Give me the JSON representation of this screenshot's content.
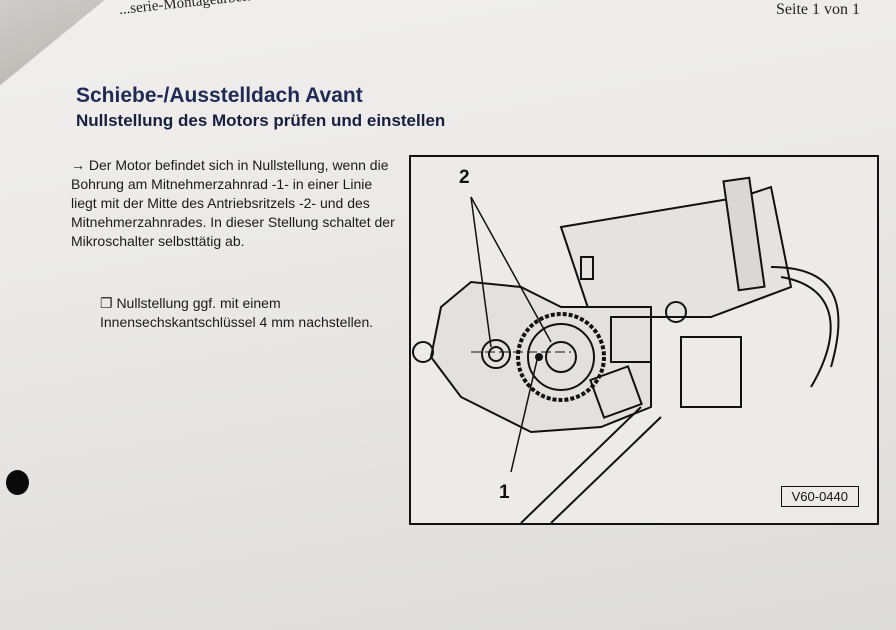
{
  "header": {
    "section": "...serie-Montagearbeiten",
    "page_indicator": "Seite 1 von 1"
  },
  "title": "Schiebe-/Ausstelldach Avant",
  "subtitle": "Nullstellung des Motors prüfen und einstellen",
  "paragraph": "→ Der Motor befindet sich in Nullstellung, wenn die Bohrung am Mitnehmerzahnrad -1- in einer Linie liegt mit der Mitte des Antriebsritzels -2- und des Mitnehmerzahnrades. In dieser Stellung schaltet der Mikroschalter selbsttätig ab.",
  "note": "❐ Nullstellung ggf. mit einem Innensechskantschlüssel 4 mm nachstellen.",
  "figure": {
    "label_1": "1",
    "label_2": "2",
    "code": "V60-0440"
  }
}
